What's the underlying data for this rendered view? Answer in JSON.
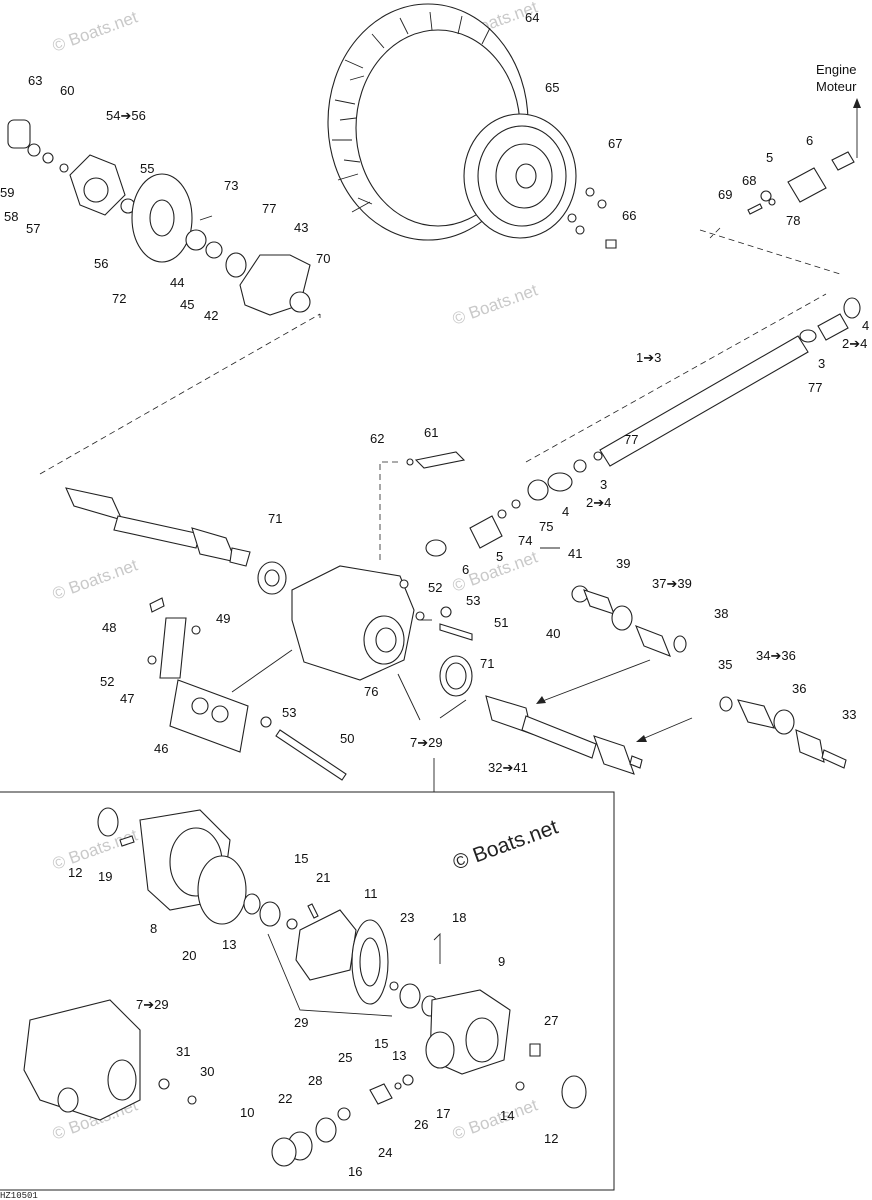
{
  "diagram": {
    "watermark_text": "© Boats.net",
    "engine_label_en": "Engine",
    "engine_label_fr": "Moteur",
    "drawing_code": "HZ10501",
    "detail_title": "7➔29",
    "labels": [
      "64",
      "65",
      "63",
      "60",
      "54➔56",
      "55",
      "73",
      "77",
      "43",
      "70",
      "59",
      "58",
      "57",
      "56",
      "72",
      "44",
      "45",
      "42",
      "67",
      "66",
      "69",
      "68",
      "78",
      "6",
      "5",
      "2➔4",
      "3",
      "1➔3",
      "77",
      "4",
      "61",
      "62",
      "77",
      "3",
      "2➔4",
      "75",
      "4",
      "74",
      "5",
      "6",
      "71",
      "52",
      "53",
      "51",
      "41",
      "39",
      "37➔39",
      "38",
      "40",
      "48",
      "49",
      "52",
      "47",
      "46",
      "53",
      "50",
      "76",
      "71",
      "7➔29",
      "32➔41",
      "35",
      "34➔36",
      "36",
      "33",
      "12",
      "19",
      "8",
      "20",
      "15",
      "13",
      "21",
      "11",
      "23",
      "18",
      "29",
      "15",
      "13",
      "9",
      "27",
      "7➔29",
      "31",
      "30",
      "25",
      "28",
      "22",
      "10",
      "24",
      "16",
      "26",
      "17",
      "14",
      "12"
    ]
  }
}
